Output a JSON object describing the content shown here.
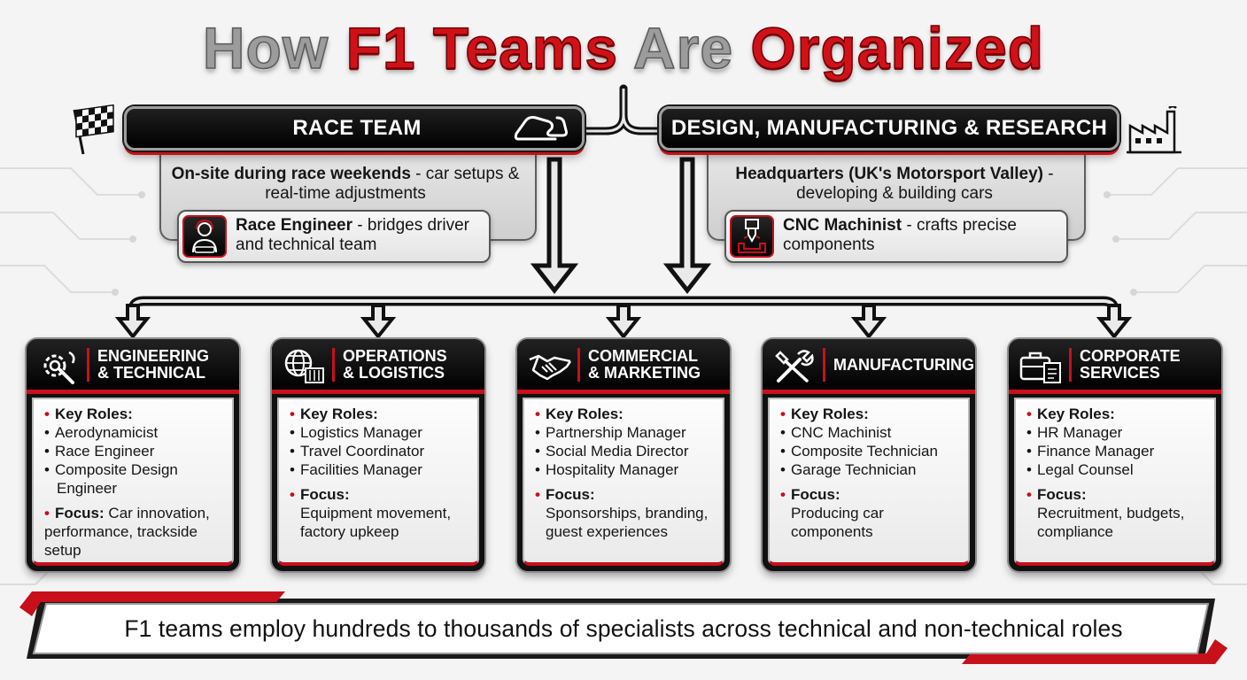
{
  "title": {
    "part1": "How",
    "part2": "F1 Teams",
    "part3": "Are",
    "part4": "Organized"
  },
  "race_team": {
    "banner": "RACE TEAM",
    "description_bold": "On-site during race weekends",
    "description_rest": " - car setups & real-time adjustments",
    "role_title": "Race Engineer",
    "role_rest": " - bridges driver and technical team"
  },
  "dmr": {
    "banner": "DESIGN, MANUFACTURING & RESEARCH",
    "description_bold": "Headquarters (UK's Motorsport Valley)",
    "description_rest": " - developing & building cars",
    "role_title": "CNC Machinist",
    "role_rest": " - crafts precise components"
  },
  "key_roles_label": "Key Roles:",
  "focus_label": "Focus:",
  "departments": [
    {
      "title": "ENGINEERING\n& TECHNICAL",
      "icon": "gear-wrench-icon",
      "roles": [
        "Aerodynamicist",
        "Race Engineer",
        "Composite Design Engineer"
      ],
      "focus": "Car innovation, performance, trackside setup"
    },
    {
      "title": "OPERATIONS\n& LOGISTICS",
      "icon": "globe-container-icon",
      "roles": [
        "Logistics Manager",
        "Travel Coordinator",
        "Facilities Manager"
      ],
      "focus": "Equipment movement, factory upkeep"
    },
    {
      "title": "COMMERCIAL\n& MARKETING",
      "icon": "handshake-icon",
      "roles": [
        "Partnership Manager",
        "Social Media Director",
        "Hospitality Manager"
      ],
      "focus": "Sponsorships, branding, guest experiences"
    },
    {
      "title": "MANUFACTURING",
      "icon": "tools-icon",
      "roles": [
        "CNC Machinist",
        "Composite Technician",
        "Garage Technician"
      ],
      "focus": "Producing car components"
    },
    {
      "title": "CORPORATE\nSERVICES",
      "icon": "briefcase-icon",
      "roles": [
        "HR Manager",
        "Finance Manager",
        "Legal Counsel"
      ],
      "focus": "Recruitment, budgets, compliance"
    }
  ],
  "footer": "F1 teams employ hundreds to thousands of specialists across technical and non-technical roles",
  "colors": {
    "accent": "#c8101a",
    "dark": "#111111",
    "panel": "#e4e4e4"
  }
}
